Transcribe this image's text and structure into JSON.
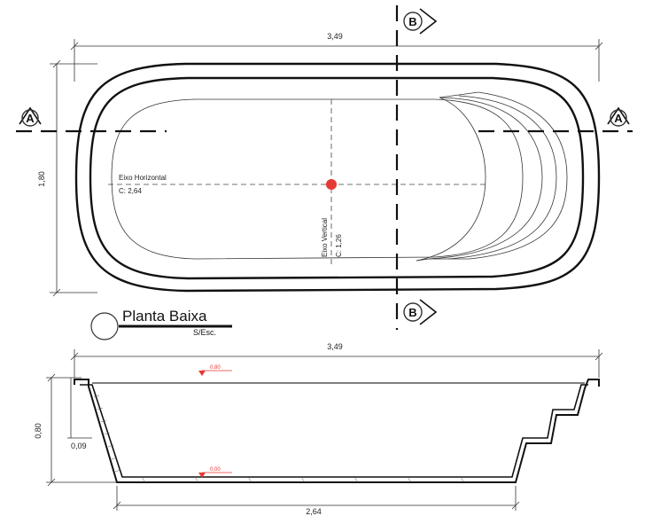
{
  "plan": {
    "width_dim": "3,49",
    "height_dim": "1,80",
    "axis_h_title": "Eixo Horizontal",
    "axis_h_value": "C: 2,64",
    "axis_v_title": "Eixo Vertical",
    "axis_v_value": "C: 1,26",
    "section_a": "A",
    "section_b": "B",
    "title": "Planta Baixa",
    "scale": "S/Esc."
  },
  "section": {
    "width_dim": "3,49",
    "height_dim": "0,80",
    "rim_dim": "0,09",
    "bottom_dim": "2,64",
    "level_top": "0,80",
    "level_bottom": "0,00"
  },
  "colors": {
    "center_point": "#e53935",
    "level_marks": "#e53935"
  }
}
